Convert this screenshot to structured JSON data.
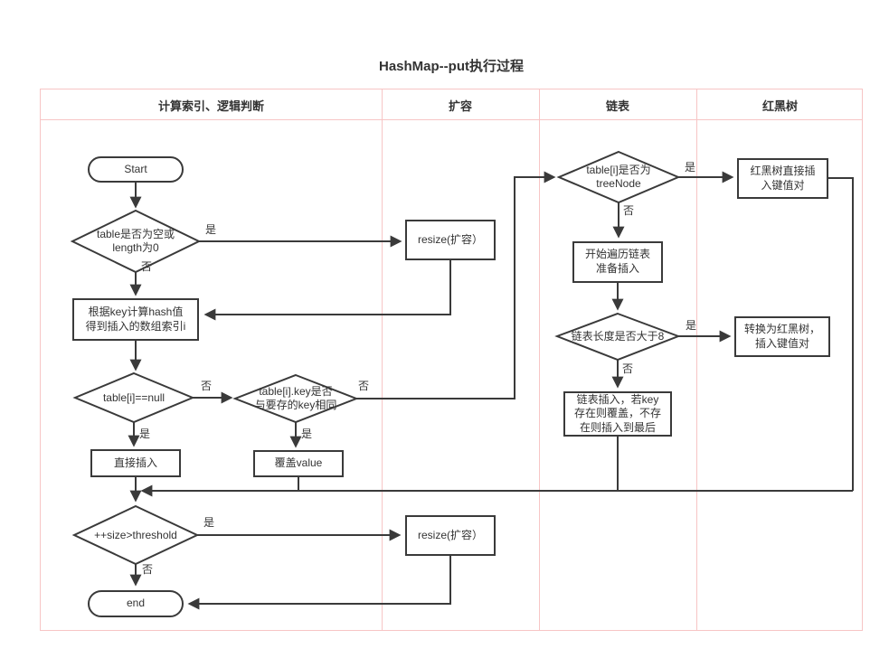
{
  "title": "HashMap--put执行过程",
  "lanes": [
    {
      "label": "计算索引、逻辑判断"
    },
    {
      "label": "扩容"
    },
    {
      "label": "链表"
    },
    {
      "label": "红黑树"
    }
  ],
  "labels": {
    "yes": "是",
    "no": "否"
  },
  "nodes": {
    "start": "Start",
    "check_empty": "table是否为空或\nlength为0",
    "resize1": "resize(扩容）",
    "calc_hash": "根据key计算hash值\n得到插入的数组索引i",
    "check_null": "table[i]==null",
    "check_key_same": "table[i].key是否\n与要存的key相同",
    "direct_insert": "直接插入",
    "cover_value": "覆盖value",
    "check_treenode": "table[i]是否为\ntreeNode",
    "rbt_insert": "红黑树直接插\n入键值对",
    "traverse_list": "开始遍历链表\n准备插入",
    "check_length": "链表长度是否大于8",
    "to_rbt": "转换为红黑树，\n插入键值对",
    "list_insert": "链表插入，若key\n存在则覆盖，不存\n在则插入到最后",
    "check_threshold": "++size>threshold",
    "resize2": "resize(扩容）",
    "end": "end"
  },
  "colors": {
    "lane_border": "#f7c5c5",
    "line": "#3a3a3a",
    "text": "#333333"
  }
}
